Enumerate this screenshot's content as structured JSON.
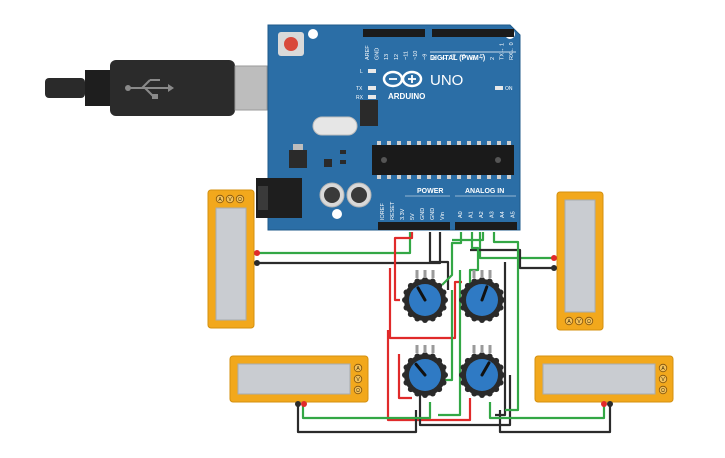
{
  "board": {
    "logo_text": "ARDUINO",
    "model": "UNO",
    "on_label": "ON",
    "l_label": "L",
    "tx_label": "TX",
    "rx_label": "RX",
    "digital_label": "DIGITAL (PWM~)",
    "power_label": "POWER",
    "analog_label": "ANALOG IN",
    "digital_pins": [
      "AREF",
      "GND",
      "13",
      "12",
      "~11",
      "~10",
      "~9",
      "8",
      "7",
      "~6",
      "~5",
      "4",
      "~3",
      "2",
      "TX→ 1",
      "RX← 0"
    ],
    "power_pins": [
      "IOREF",
      "RESET",
      "3.3V",
      "5V",
      "GND",
      "GND",
      "Vin"
    ],
    "analog_pins": [
      "A0",
      "A1",
      "A2",
      "A3",
      "A4",
      "A5"
    ]
  },
  "meters": {
    "left": {
      "buttons": [
        "A",
        "V",
        "Ω"
      ]
    },
    "right": {
      "buttons": [
        "A",
        "V",
        "Ω"
      ]
    },
    "bottom_left": {
      "buttons": [
        "A",
        "V",
        "Ω"
      ]
    },
    "bottom_right": {
      "buttons": [
        "A",
        "V",
        "Ω"
      ]
    }
  },
  "colors": {
    "board": "#2b6ea6",
    "wire_red": "#e02a2a",
    "wire_black": "#2b2b2b",
    "wire_green": "#33a745",
    "meter_body": "#f2a81c",
    "meter_screen": "#c9ccd1",
    "knob": "#2f7ac4"
  }
}
